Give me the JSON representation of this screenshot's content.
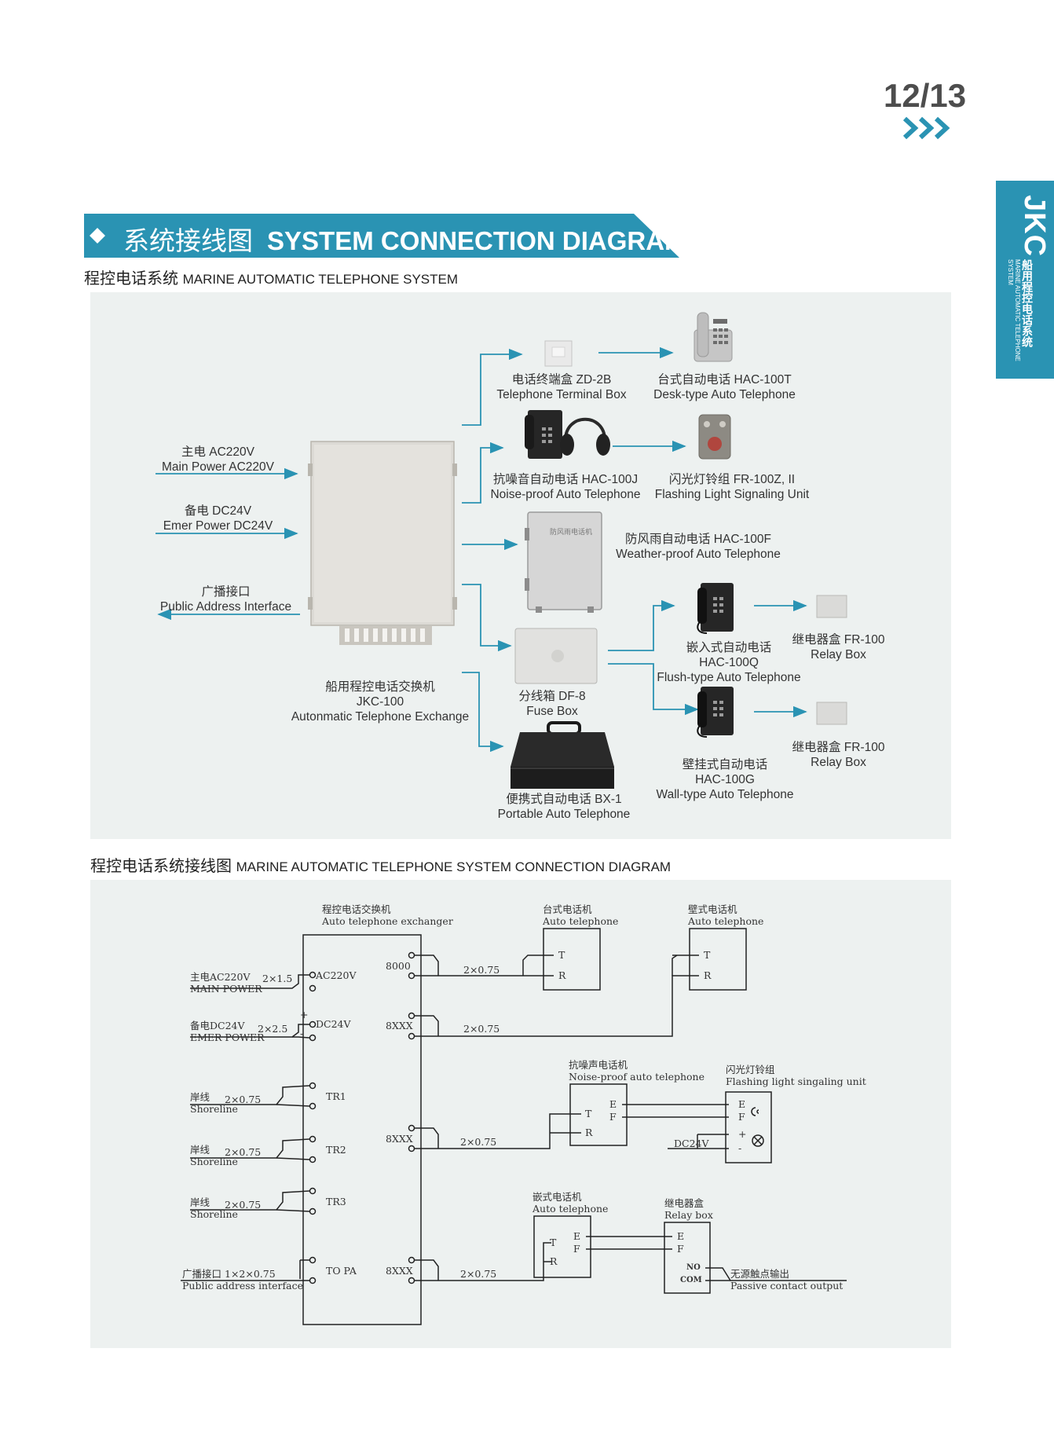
{
  "page_number": "12/13",
  "side_tab": {
    "brand": "JKC",
    "title_cn": "船用程控电话系统",
    "title_en": "MARINE AUTOMATIC TELEPHONE SYSTEM"
  },
  "banner": {
    "title_cn": "系统接线图",
    "title_en": "SYSTEM CONNECTION DIAGRAM"
  },
  "section1": {
    "title_cn": "程控电话系统",
    "title_en": "MARINE AUTOMATIC TELEPHONE SYSTEM"
  },
  "section2": {
    "title_cn": "程控电话系统接线图",
    "title_en": "MARINE AUTOMATIC TELEPHONE SYSTEM CONNECTION DIAGRAM"
  },
  "system": {
    "inputs": [
      {
        "cn": "主电  AC220V",
        "en": "Main Power AC220V"
      },
      {
        "cn": "备电  DC24V",
        "en": "Emer Power DC24V"
      },
      {
        "cn": "广播接口",
        "en": "Public Address Interface"
      }
    ],
    "exchange": {
      "cn": "船用程控电话交换机",
      "model": "JKC-100",
      "en": "Autonmatic Telephone Exchange"
    },
    "devices": {
      "terminal_box": {
        "cn": "电话终端盒 ZD-2B",
        "en": "Telephone Terminal Box"
      },
      "desk_phone": {
        "cn": "台式自动电话 HAC-100T",
        "en": "Desk-type Auto Telephone"
      },
      "noise_phone": {
        "cn": "抗噪音自动电话 HAC-100J",
        "en": "Noise-proof Auto Telephone"
      },
      "flash_unit": {
        "cn": "闪光灯铃组 FR-100Z, II",
        "en": "Flashing Light Signaling Unit"
      },
      "weather_phone": {
        "cn": "防风雨自动电话 HAC-100F",
        "en": "Weather-proof Auto Telephone"
      },
      "fuse_box": {
        "cn": "分线箱 DF-8",
        "en": "Fuse Box"
      },
      "flush_phone": {
        "cn": "嵌入式自动电话",
        "model": "HAC-100Q",
        "en": "Flush-type Auto Telephone"
      },
      "relay_box_1": {
        "cn": "继电器盒 FR-100",
        "en": "Relay Box"
      },
      "wall_phone": {
        "cn": "壁挂式自动电话",
        "model": "HAC-100G",
        "en": "Wall-type Auto Telephone"
      },
      "relay_box_2": {
        "cn": "继电器盒 FR-100",
        "en": "Relay Box"
      },
      "portable_phone": {
        "cn": "便携式自动电话 BX-1",
        "en": "Portable Auto Telephone"
      }
    },
    "weather_phone_plate": "防风雨电话机"
  },
  "wiring": {
    "exchanger": {
      "cn": "程控电话交换机",
      "en": "Auto telephone  exchanger"
    },
    "left_ports": [
      "AC220V",
      "DC24V",
      "TR1",
      "TR2",
      "TR3",
      "TO PA"
    ],
    "right_ports": [
      "8000",
      "8XXX",
      "8XXX",
      "8XXX"
    ],
    "left_inputs": [
      {
        "cn": "主电AC220V",
        "en": "MAIN POWER",
        "cable": "2×1.5"
      },
      {
        "cn": "备电DC24V",
        "en": "EMER POWER",
        "cable": "2×2.5"
      },
      {
        "cn": "岸线",
        "en": "Shoreline",
        "cable": "2×0.75"
      },
      {
        "cn": "岸线",
        "en": "Shoreline",
        "cable": "2×0.75"
      },
      {
        "cn": "岸线",
        "en": "Shoreline",
        "cable": "2×0.75"
      },
      {
        "cn": "广播接口",
        "en": "Public address interface",
        "cable": "1×2×0.75"
      }
    ],
    "plus": "+",
    "minus": "-",
    "cables_right": [
      "2×0.75",
      "2×0.75",
      "2×0.75",
      "2×0.75"
    ],
    "desk": {
      "cn": "台式电话机",
      "en": "Auto telephone"
    },
    "wall": {
      "cn": "壁式电话机",
      "en": "Auto telephone"
    },
    "noise": {
      "cn": "抗噪声电话机",
      "en": "Noise-proof auto telephone"
    },
    "flash": {
      "cn": "闪光灯铃组",
      "en": "Flashing light singaling unit"
    },
    "flush": {
      "cn": "嵌式电话机",
      "en": "Auto telephone"
    },
    "relay": {
      "cn": "继电器盒",
      "en": "Relay box"
    },
    "dc24v": "DC24V",
    "passive": {
      "cn": "无源触点输出",
      "en": "Passive contact output"
    },
    "pins": {
      "T": "T",
      "R": "R",
      "E": "E",
      "F": "F",
      "plus": "+",
      "minus": "-",
      "NO": "NO",
      "COM": "COM"
    }
  },
  "colors": {
    "accent": "#2a93b3",
    "arrow": "#2a93b3",
    "panel": "#edf1f0"
  }
}
